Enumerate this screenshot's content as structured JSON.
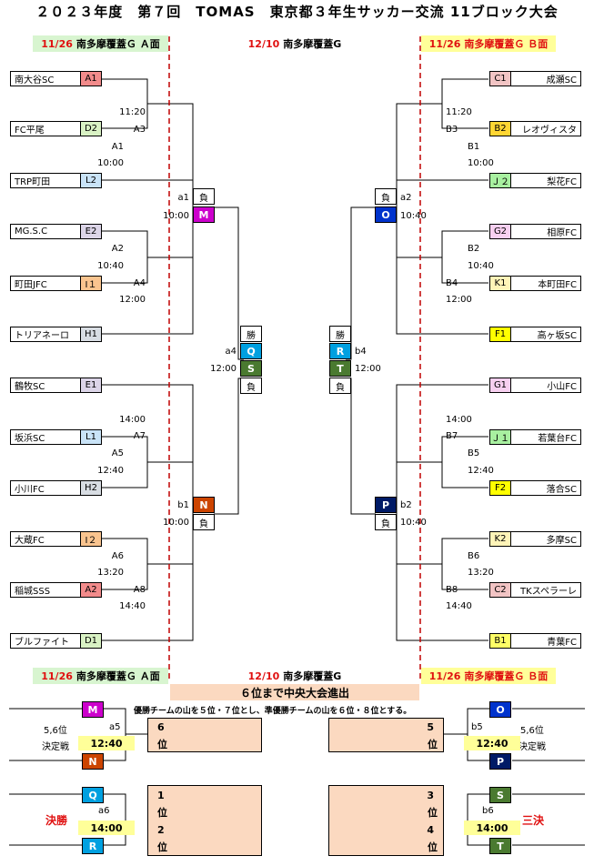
{
  "title": "２０２３年度　第７回　TOMAS　東京都３年生サッカー交流 11ブロック大会",
  "venues": {
    "left": {
      "date": "11/26",
      "name": "南多摩覆蓋Ｇ Ａ面"
    },
    "center": {
      "date": "12/10",
      "name": "南多摩覆蓋G"
    },
    "right": {
      "date": "11/26",
      "name": "南多摩覆蓋Ｇ Ｂ面"
    }
  },
  "left_teams": [
    {
      "name": "南大谷SC",
      "code": "A1",
      "color": "#f28b8b"
    },
    {
      "name": "FC平尾",
      "code": "D2",
      "color": "#d9f2c4"
    },
    {
      "name": "TRP町田",
      "code": "L2",
      "color": "#c9e3f7"
    },
    {
      "name": "MG.S.C",
      "code": "E2",
      "color": "#dcd5e8"
    },
    {
      "name": "町田JFC",
      "code": "I１",
      "color": "#f9c48f"
    },
    {
      "name": "トリアネーロ",
      "code": "H1",
      "color": "#d8dde3"
    },
    {
      "name": "鶴牧SC",
      "code": "E1",
      "color": "#dcd5e8"
    },
    {
      "name": "坂浜SC",
      "code": "L1",
      "color": "#c9e3f7"
    },
    {
      "name": "小川FC",
      "code": "H2",
      "color": "#d8dde3"
    },
    {
      "name": "大蔵FC",
      "code": "I２",
      "color": "#f9c48f"
    },
    {
      "name": "稲城SSS",
      "code": "A2",
      "color": "#f28b8b"
    },
    {
      "name": "ブルファイト",
      "code": "D1",
      "color": "#d9f2c4"
    }
  ],
  "right_teams": [
    {
      "name": "成瀬SC",
      "code": "C1",
      "color": "#f2c4c4"
    },
    {
      "name": "レオヴィスタ",
      "code": "B2",
      "color": "#ffd633"
    },
    {
      "name": "梨花FC",
      "code": "Ｊ２",
      "color": "#a8f0a0"
    },
    {
      "name": "相原FC",
      "code": "G2",
      "color": "#f7d0f0"
    },
    {
      "name": "本町田FC",
      "code": "K1",
      "color": "#fff4b8"
    },
    {
      "name": "高ヶ坂SC",
      "code": "F1",
      "color": "#ffff00"
    },
    {
      "name": "小山FC",
      "code": "G1",
      "color": "#f7d0f0"
    },
    {
      "name": "若葉台FC",
      "code": "Ｊ１",
      "color": "#a8f0a0"
    },
    {
      "name": "落合SC",
      "code": "F2",
      "color": "#ffff00"
    },
    {
      "name": "多摩SC",
      "code": "K2",
      "color": "#fff4b8"
    },
    {
      "name": "TKスペラーレ",
      "code": "C2",
      "color": "#f2c4c4"
    },
    {
      "name": "青葉FC",
      "code": "B1",
      "color": "#ffff66"
    }
  ],
  "left_labels": [
    {
      "text": "11:20"
    },
    {
      "text": "A3"
    },
    {
      "text": "A1"
    },
    {
      "text": "10:00"
    },
    {
      "text": "A2"
    },
    {
      "text": "10:40"
    },
    {
      "text": "A4"
    },
    {
      "text": "12:00"
    },
    {
      "text": "14:00"
    },
    {
      "text": "A7"
    },
    {
      "text": "A5"
    },
    {
      "text": "12:40"
    },
    {
      "text": "A6"
    },
    {
      "text": "13:20"
    },
    {
      "text": "A8"
    },
    {
      "text": "14:40"
    }
  ],
  "right_labels": [
    {
      "text": "11:20"
    },
    {
      "text": "B3"
    },
    {
      "text": "B1"
    },
    {
      "text": "10:00"
    },
    {
      "text": "B2"
    },
    {
      "text": "10:40"
    },
    {
      "text": "B4"
    },
    {
      "text": "12:00"
    },
    {
      "text": "14:00"
    },
    {
      "text": "B7"
    },
    {
      "text": "B5"
    },
    {
      "text": "12:40"
    },
    {
      "text": "B6"
    },
    {
      "text": "13:20"
    },
    {
      "text": "B8"
    },
    {
      "text": "14:40"
    }
  ],
  "semis": {
    "lose": "負",
    "win": "勝",
    "M": {
      "code": "M",
      "match": "a1",
      "time": "10:00",
      "color": "#cc00cc"
    },
    "N": {
      "code": "N",
      "match": "b1",
      "time": "10:00",
      "color": "#cc4400"
    },
    "O": {
      "code": "O",
      "match": "a2",
      "time": "10:40",
      "color": "#0033cc"
    },
    "P": {
      "code": "P",
      "match": "b2",
      "time": "10:40",
      "color": "#001a66"
    },
    "Q": {
      "code": "Q",
      "color": "#00a0e0"
    },
    "S": {
      "code": "S",
      "color": "#4a7a30"
    },
    "R": {
      "code": "R",
      "color": "#00a0e0"
    },
    "T": {
      "code": "T",
      "color": "#4a7a30"
    },
    "a4": "a4",
    "b4": "b4",
    "time_a4": "12:00",
    "time_b4": "12:00"
  },
  "bottom": {
    "banner": "６位まで中央大会進出",
    "note": "優勝チームの山を５位・７位とし、準優勝チームの山を６位・８位とする。",
    "left_playoff": {
      "title": "5,6位",
      "subtitle": "決定戦",
      "match": "a5",
      "time": "12:40"
    },
    "right_playoff": {
      "title": "5,6位",
      "subtitle": "決定戦",
      "match": "b5",
      "time": "12:40"
    },
    "final": {
      "label": "決勝",
      "match": "a6",
      "time": "14:00"
    },
    "third": {
      "label": "三決",
      "match": "b6",
      "time": "14:00"
    },
    "places": {
      "p6": "6",
      "p5": "5",
      "p1": "1",
      "p2": "2",
      "p3": "3",
      "p4": "4",
      "suffix": "位"
    }
  }
}
